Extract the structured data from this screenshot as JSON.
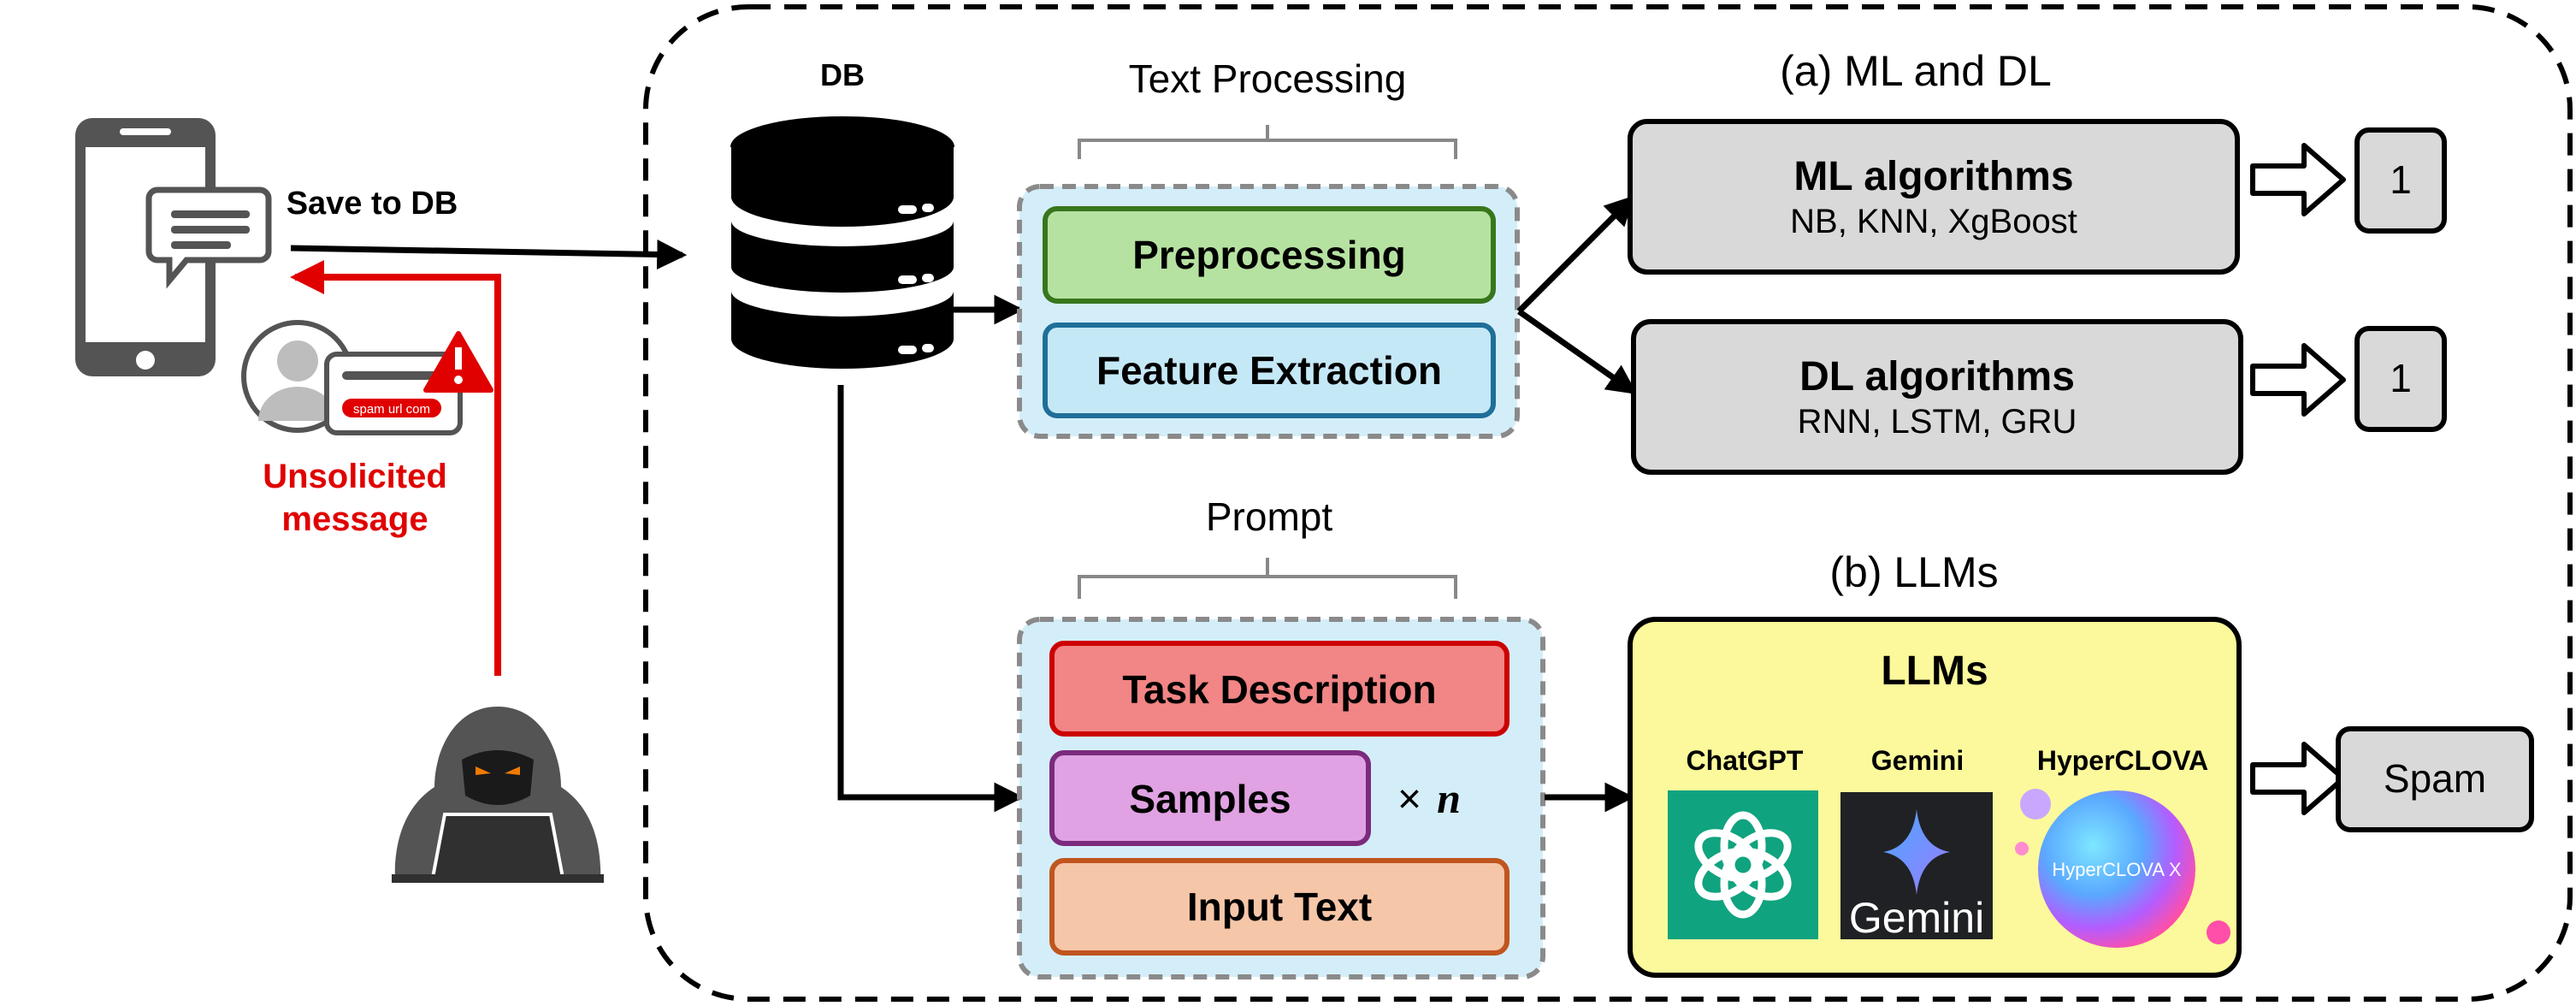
{
  "left": {
    "save_to_db": "Save to DB",
    "unsolicited_line1": "Unsolicited",
    "unsolicited_line2": "message",
    "spam_url": "spam url com"
  },
  "db": {
    "label": "DB"
  },
  "text_processing": {
    "title": "Text Processing",
    "preprocessing": "Preprocessing",
    "feature_extraction": "Feature Extraction"
  },
  "ml_dl": {
    "title": "(a) ML and DL",
    "ml_title": "ML algorithms",
    "ml_sub": "NB, KNN, XgBoost",
    "dl_title": "DL algorithms",
    "dl_sub": "RNN, LSTM, GRU",
    "ml_out": "1",
    "dl_out": "1"
  },
  "prompt": {
    "title": "Prompt",
    "task": "Task Description",
    "samples": "Samples",
    "times": "×",
    "n": "n",
    "input": "Input Text"
  },
  "llms": {
    "title": "(b) LLMs",
    "box_title": "LLMs",
    "chatgpt": "ChatGPT",
    "gemini": "Gemini",
    "gemini_logo_text": "Gemini",
    "hyperclova": "HyperCLOVA",
    "hyperclova_logo_text": "HyperCLOVA X",
    "output": "Spam"
  }
}
